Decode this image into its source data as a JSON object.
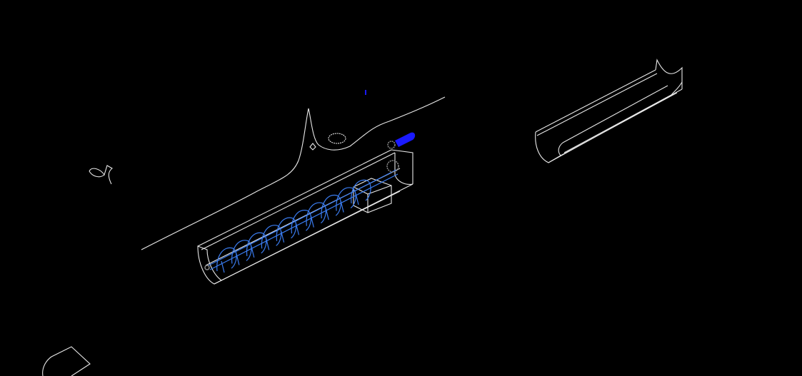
{
  "viewport": {
    "background": "#000000"
  },
  "colors": {
    "wireframe": "#e8e8e8",
    "screw": "#3a7cf0",
    "motor": "#1a1aff",
    "gear": "#8a8a8a"
  },
  "objects": [
    "terrain-contour",
    "screw-conveyor",
    "hopper",
    "drive-motor",
    "detached-trough",
    "small-outline-left",
    "outline-bottom-left"
  ]
}
